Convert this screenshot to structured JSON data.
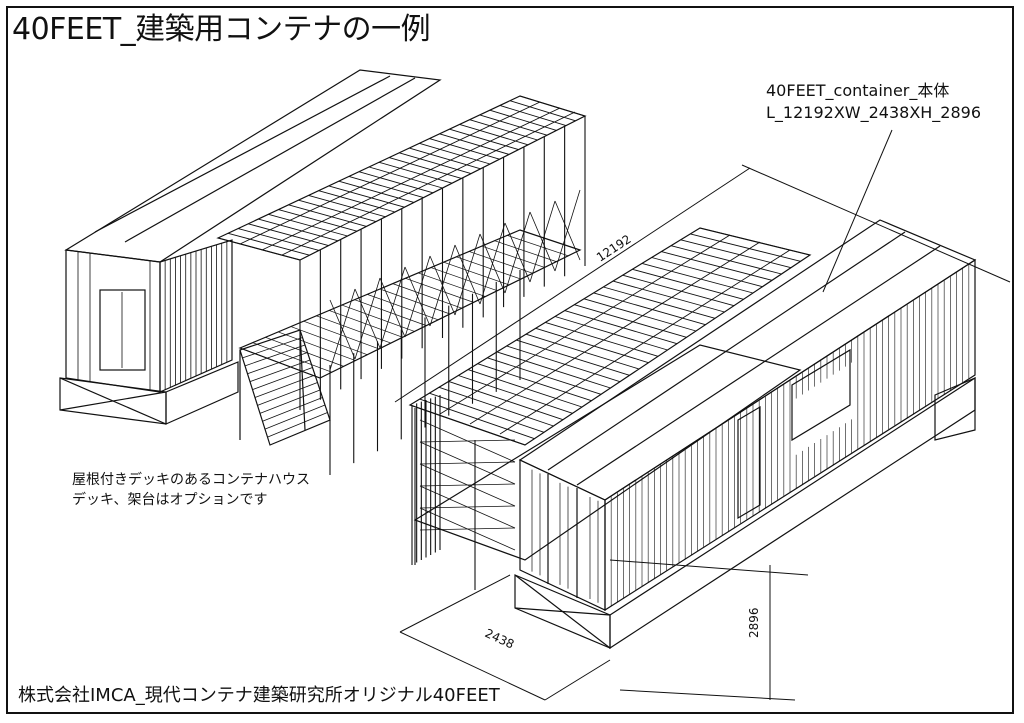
{
  "title": "40FEET_建築用コンテナの一例",
  "annotation": {
    "line1": "40FEET_container_本体",
    "line2": "L_12192XW_2438XH_2896"
  },
  "caption": {
    "line1": "屋根付きデッキのあるコンテナハウス",
    "line2": "デッキ、架台はオプションです"
  },
  "footer": "株式会社IMCA_現代コンテナ建築研究所オリジナル40FEET",
  "dimensions": {
    "length": "12192",
    "width": "2438",
    "height": "2896"
  }
}
